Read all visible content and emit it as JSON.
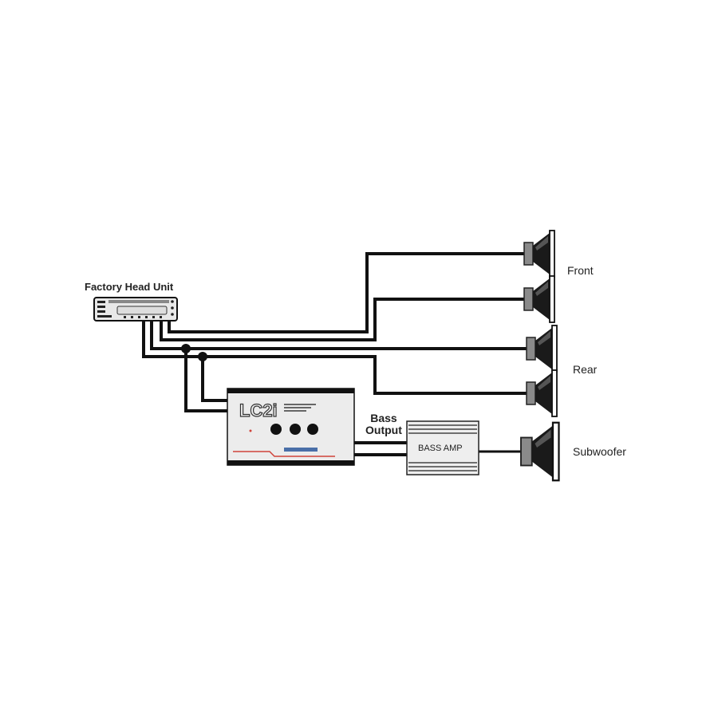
{
  "labels": {
    "head_unit": "Factory Head Unit",
    "front": "Front",
    "rear": "Rear",
    "subwoofer": "Subwoofer",
    "bass_output_line1": "Bass",
    "bass_output_line2": "Output",
    "bass_amp": "BASS AMP",
    "converter_model": "LC2i"
  },
  "colors": {
    "wire": "#111111",
    "speaker_cone": "#1a1a1a",
    "speaker_magnet": "#8a8a8a",
    "converter_body": "#ececec",
    "accent_red": "#d0433a"
  }
}
